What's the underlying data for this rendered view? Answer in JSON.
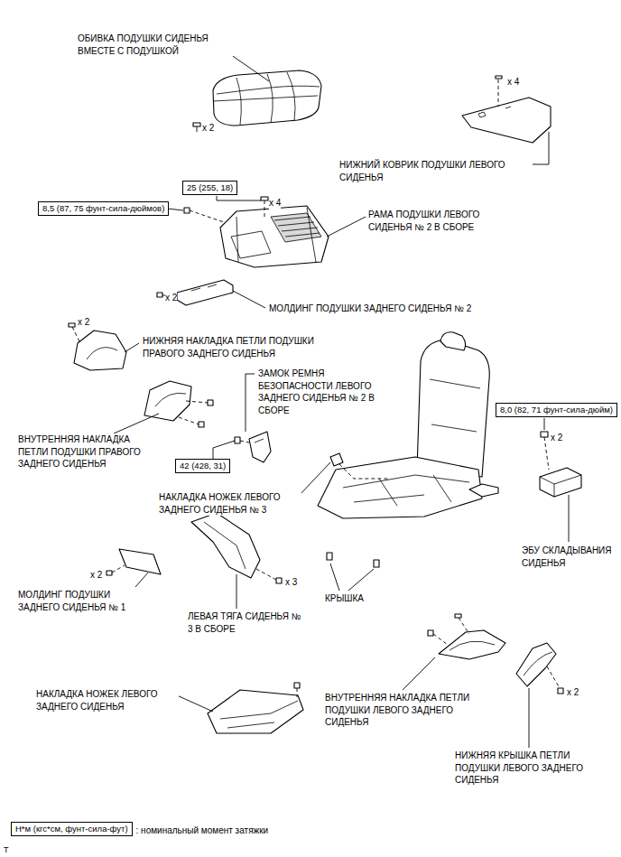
{
  "diagram": {
    "nodes": [
      {
        "text": [
          "25 (255, 18)"
        ]
      },
      {
        "text": [
          "8,5 (87, 75 фунт-сила-дюймов)"
        ]
      },
      {
        "text": [
          "42 (428, 31)"
        ]
      },
      {
        "text": [
          "8,0 (82, 71 фунт-сила-дюйм)"
        ]
      },
      {
        "text": [
          "Н*м (кгс*см, фунт-сила-фут)"
        ]
      }
    ],
    "labels": [
      "ОБИВКА ПОДУШКИ СИДЕНЬЯ ВМЕСТЕ С ПОДУШКОЙ",
      "x 2",
      "x 4",
      "НИЖНИЙ КОВРИК ПОДУШКИ ЛЕВОГО СИДЕНЬЯ",
      "x 4",
      "РАМА ПОДУШКИ ЛЕВОГО СИДЕНЬЯ № 2 В СБОРЕ",
      "x 2",
      "МОЛДИНГ ПОДУШКИ ЗАДНЕГО СИДЕНЬЯ № 2",
      "x 2",
      "НИЖНЯЯ НАКЛАДКА ПЕТЛИ ПОДУШКИ ПРАВОГО ЗАДНЕГО СИДЕНЬЯ",
      "ЗАМОК РЕМНЯ БЕЗОПАСНОСТИ ЛЕВОГО ЗАДНЕГО СИДЕНЬЯ № 2 В СБОРЕ",
      "ВНУТРЕННЯЯ НАКЛАДКА ПЕТЛИ ПОДУШКИ ПРАВОГО ЗАДНЕГО СИДЕНЬЯ",
      "x 2",
      "НАКЛАДКА НОЖЕК ЛЕВОГО ЗАДНЕГО СИДЕНЬЯ № 3",
      "ЭБУ СКЛАДЫВАНИЯ СИДЕНЬЯ",
      "x 2",
      "МОЛДИНГ ПОДУШКИ ЗАДНЕГО СИДЕНЬЯ № 1",
      "x 3",
      "ЛЕВАЯ ТЯГА СИДЕНЬЯ № 3 В СБОРЕ",
      "КРЫШКА",
      "НАКЛАДКА НОЖЕК ЛЕВОГО ЗАДНЕГО СИДЕНЬЯ",
      "ВНУТРЕННЯЯ НАКЛАДКА ПЕТЛИ ПОДУШКИ ЛЕВОГО ЗАДНЕГО СИДЕНЬЯ",
      "x 2",
      "НИЖНЯЯ КРЫШКА ПЕТЛИ ПОДУШКИ ЛЕВОГО ЗАДНЕГО СИДЕНЬЯ",
      ": номинальный момент затяжки",
      "T"
    ]
  }
}
